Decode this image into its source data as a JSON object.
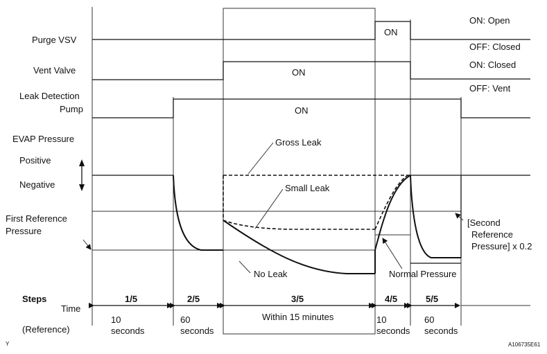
{
  "signals": {
    "purge_vsv": "Purge VSV",
    "vent_valve": "Vent Valve",
    "leak_pump_line1": "Leak Detection",
    "leak_pump_line2": "Pump",
    "evap_pressure": "EVAP Pressure",
    "positive": "Positive",
    "negative": "Negative",
    "first_ref_line1": "First Reference",
    "first_ref_line2": "Pressure"
  },
  "states": {
    "on": "ON",
    "purge_on": "ON: Open",
    "purge_off": "OFF: Closed",
    "vent_on": "ON: Closed",
    "vent_off": "OFF: Vent"
  },
  "annotations": {
    "gross_leak": "Gross Leak",
    "small_leak": "Small Leak",
    "no_leak": "No Leak",
    "normal_pressure": "Normal Pressure",
    "second_ref_line1": "[Second",
    "second_ref_line2": "Reference",
    "second_ref_line3": "Pressure] x 0.2"
  },
  "table": {
    "steps_label": "Steps",
    "time_label": "Time",
    "reference_label": "(Reference)",
    "steps": [
      {
        "step": "1/5",
        "time_line1": "10",
        "time_line2": "seconds"
      },
      {
        "step": "2/5",
        "time_line1": "60",
        "time_line2": "seconds"
      },
      {
        "step": "3/5",
        "time_line1": "Within 15 minutes",
        "time_line2": ""
      },
      {
        "step": "4/5",
        "time_line1": "10",
        "time_line2": "seconds"
      },
      {
        "step": "5/5",
        "time_line1": "60",
        "time_line2": "seconds"
      }
    ]
  },
  "footer": {
    "left_mark": "Y",
    "figure_id": "A106735E61"
  }
}
